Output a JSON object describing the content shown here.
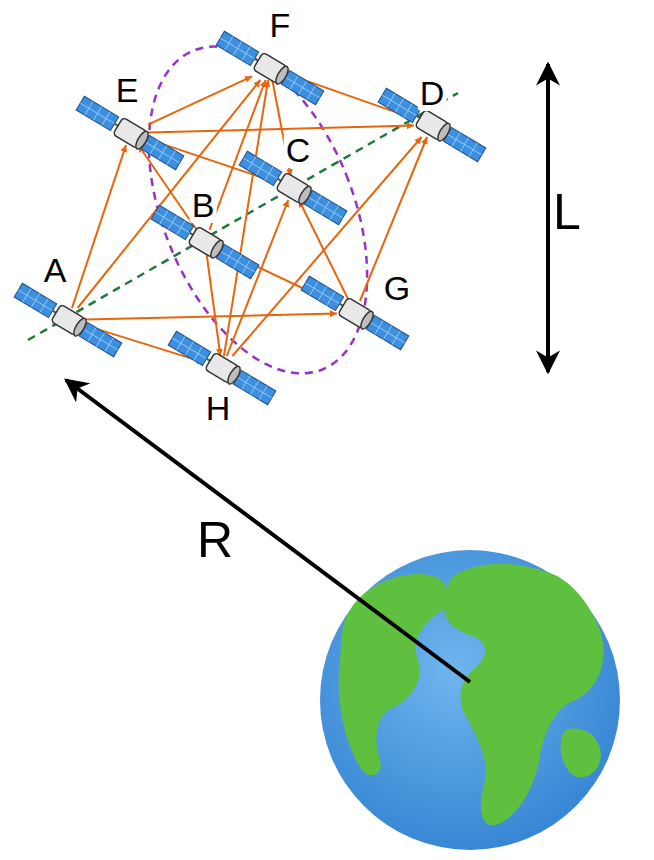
{
  "diagram": {
    "nodes": [
      {
        "text": [
          "A"
        ]
      },
      {
        "text": [
          "B"
        ]
      },
      {
        "text": [
          "C"
        ]
      },
      {
        "text": [
          "D"
        ]
      },
      {
        "text": [
          "E"
        ]
      },
      {
        "text": [
          "F"
        ]
      },
      {
        "text": [
          "G"
        ]
      },
      {
        "text": [
          "H"
        ]
      }
    ],
    "edges": [
      {
        "from": 0,
        "to": 4,
        "arrow": "to"
      },
      {
        "from": 0,
        "to": 5,
        "arrow": "to"
      },
      {
        "from": 0,
        "to": 7,
        "arrow": "to"
      },
      {
        "from": 0,
        "to": 6,
        "arrow": "to"
      },
      {
        "from": 1,
        "to": 4,
        "arrow": "to"
      },
      {
        "from": 1,
        "to": 5,
        "arrow": "to"
      },
      {
        "from": 1,
        "to": 7,
        "arrow": "to"
      },
      {
        "from": 1,
        "to": 6,
        "arrow": "to"
      },
      {
        "from": 4,
        "to": 5,
        "arrow": "to"
      },
      {
        "from": 4,
        "to": 2,
        "arrow": "to"
      },
      {
        "from": 4,
        "to": 3,
        "arrow": "to"
      },
      {
        "from": 5,
        "to": 2,
        "arrow": "to"
      },
      {
        "from": 5,
        "to": 3,
        "arrow": "to"
      },
      {
        "from": 7,
        "to": 5,
        "arrow": "to"
      },
      {
        "from": 7,
        "to": 2,
        "arrow": "to"
      },
      {
        "from": 7,
        "to": 3,
        "arrow": "to"
      },
      {
        "from": 6,
        "to": 2,
        "arrow": "to"
      },
      {
        "from": 6,
        "to": 3,
        "arrow": "to"
      }
    ],
    "labels": [
      "L",
      "R"
    ]
  }
}
